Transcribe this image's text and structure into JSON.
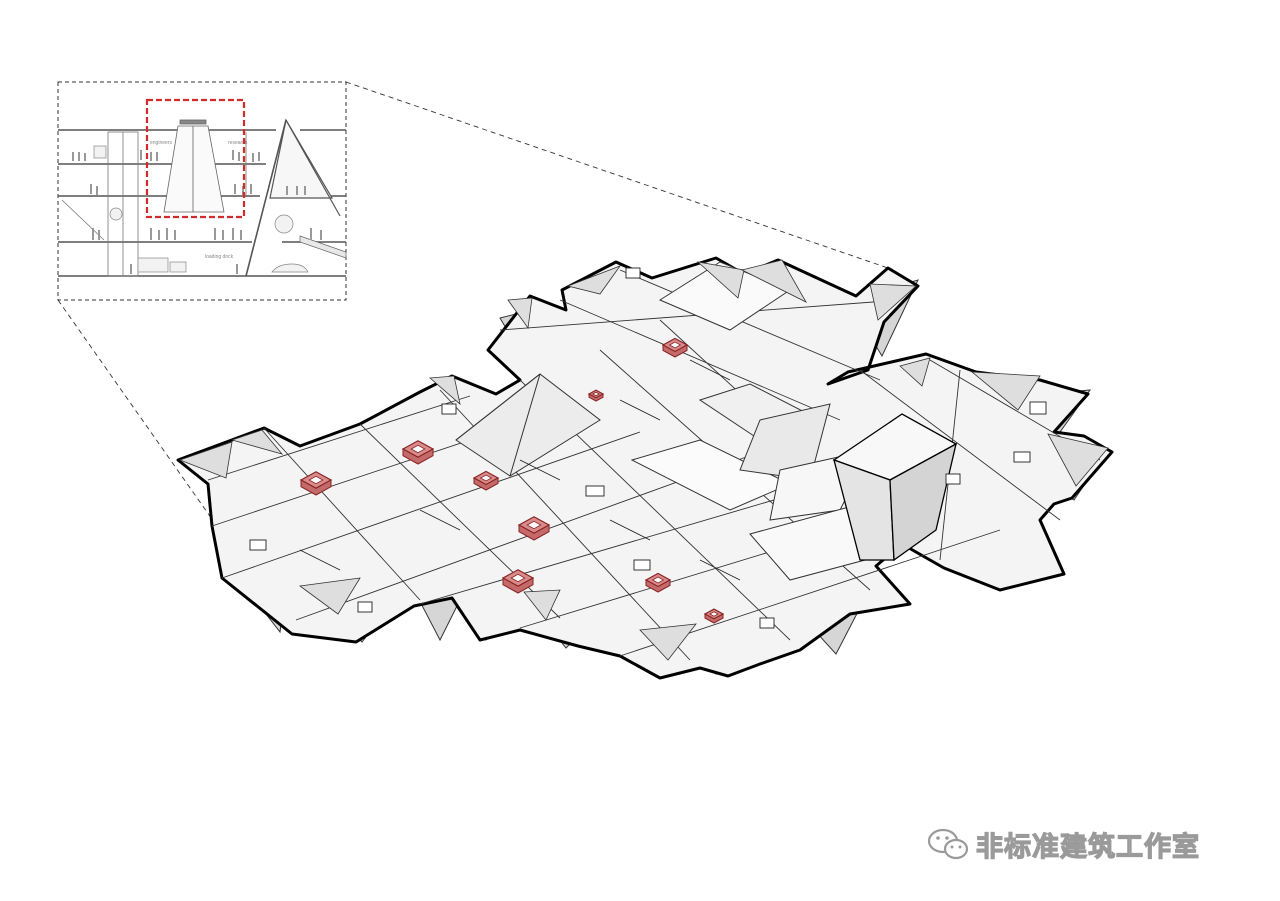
{
  "inset_section": {
    "labels": {
      "engineers": "engineers",
      "research": "research",
      "loading_dock": "loading dock"
    },
    "highlight_color": "#d12b2b"
  },
  "axonometric": {
    "highlight_fill": "#d98a8a",
    "highlight_stroke": "#8a2323"
  },
  "watermark": {
    "icon": "wechat-icon",
    "text": "非标准建筑工作室"
  }
}
